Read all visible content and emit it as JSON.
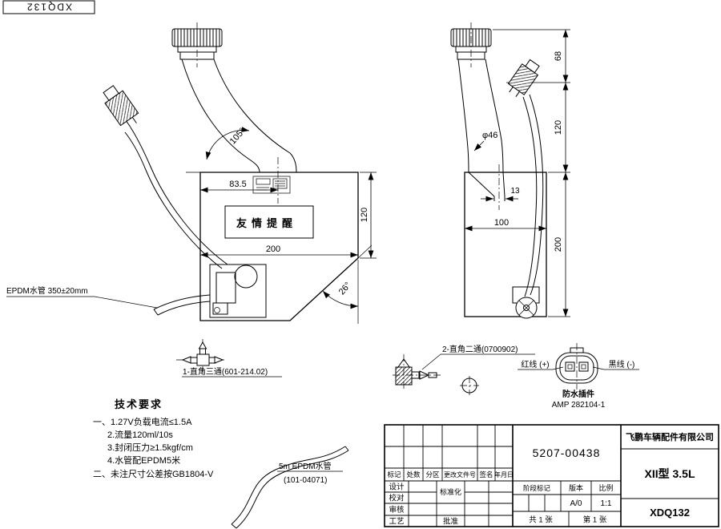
{
  "stamp": {
    "code": "XDQ132"
  },
  "front_view": {
    "dim_neck_offset": "83.5",
    "dim_height": "120",
    "dim_width": "200",
    "angle_neck": "105°",
    "angle_chamfer": "26°",
    "notice_label": "友情提醒",
    "hose_label": "EPDM水管 350±20mm"
  },
  "side_view": {
    "dim_cap": "68",
    "dim_neck": "120",
    "dim_body": "200",
    "dim_width": "100",
    "dim_outlet": "13",
    "neck_dia": "φ46"
  },
  "parts": {
    "tee_label": "1-直角三通(601-214.02)",
    "elbow_label": "2-直角二通(0700902)",
    "red_wire_label": "红线 (+)",
    "black_wire_label": "黑线 (-)",
    "connector_name": "防水插件",
    "connector_model": "AMP 282104-1",
    "hose_length_label": "5m EPDM水管",
    "hose_part_no": "(101-04071)"
  },
  "tech_req": {
    "title": "技术要求",
    "items": [
      "一、1.27V负载电流≤1.5A",
      "2.流量120ml/10s",
      "3.封闭压力≥1.5kgf/cm",
      "4.水管配EPDM5米",
      "二、未注尺寸公差按GB1804-V"
    ]
  },
  "title_block": {
    "part_number": "5207-00438",
    "company": "飞鹏车辆配件有限公司",
    "model": "XII型 3.5L",
    "drawing_no": "XDQ132",
    "rev_headers": [
      "标记",
      "处数",
      "分区",
      "更改文件号",
      "签名",
      "年月日"
    ],
    "row_labels": [
      "设计",
      "校对",
      "审核",
      "工艺"
    ],
    "standardization": "标准化",
    "approval": "批准",
    "stage_label": "阶段标记",
    "version_label": "版本",
    "scale_label": "比例",
    "version": "A/0",
    "scale": "1:1",
    "sheet_total": "共 1 张",
    "sheet_index": "第 1 张"
  }
}
